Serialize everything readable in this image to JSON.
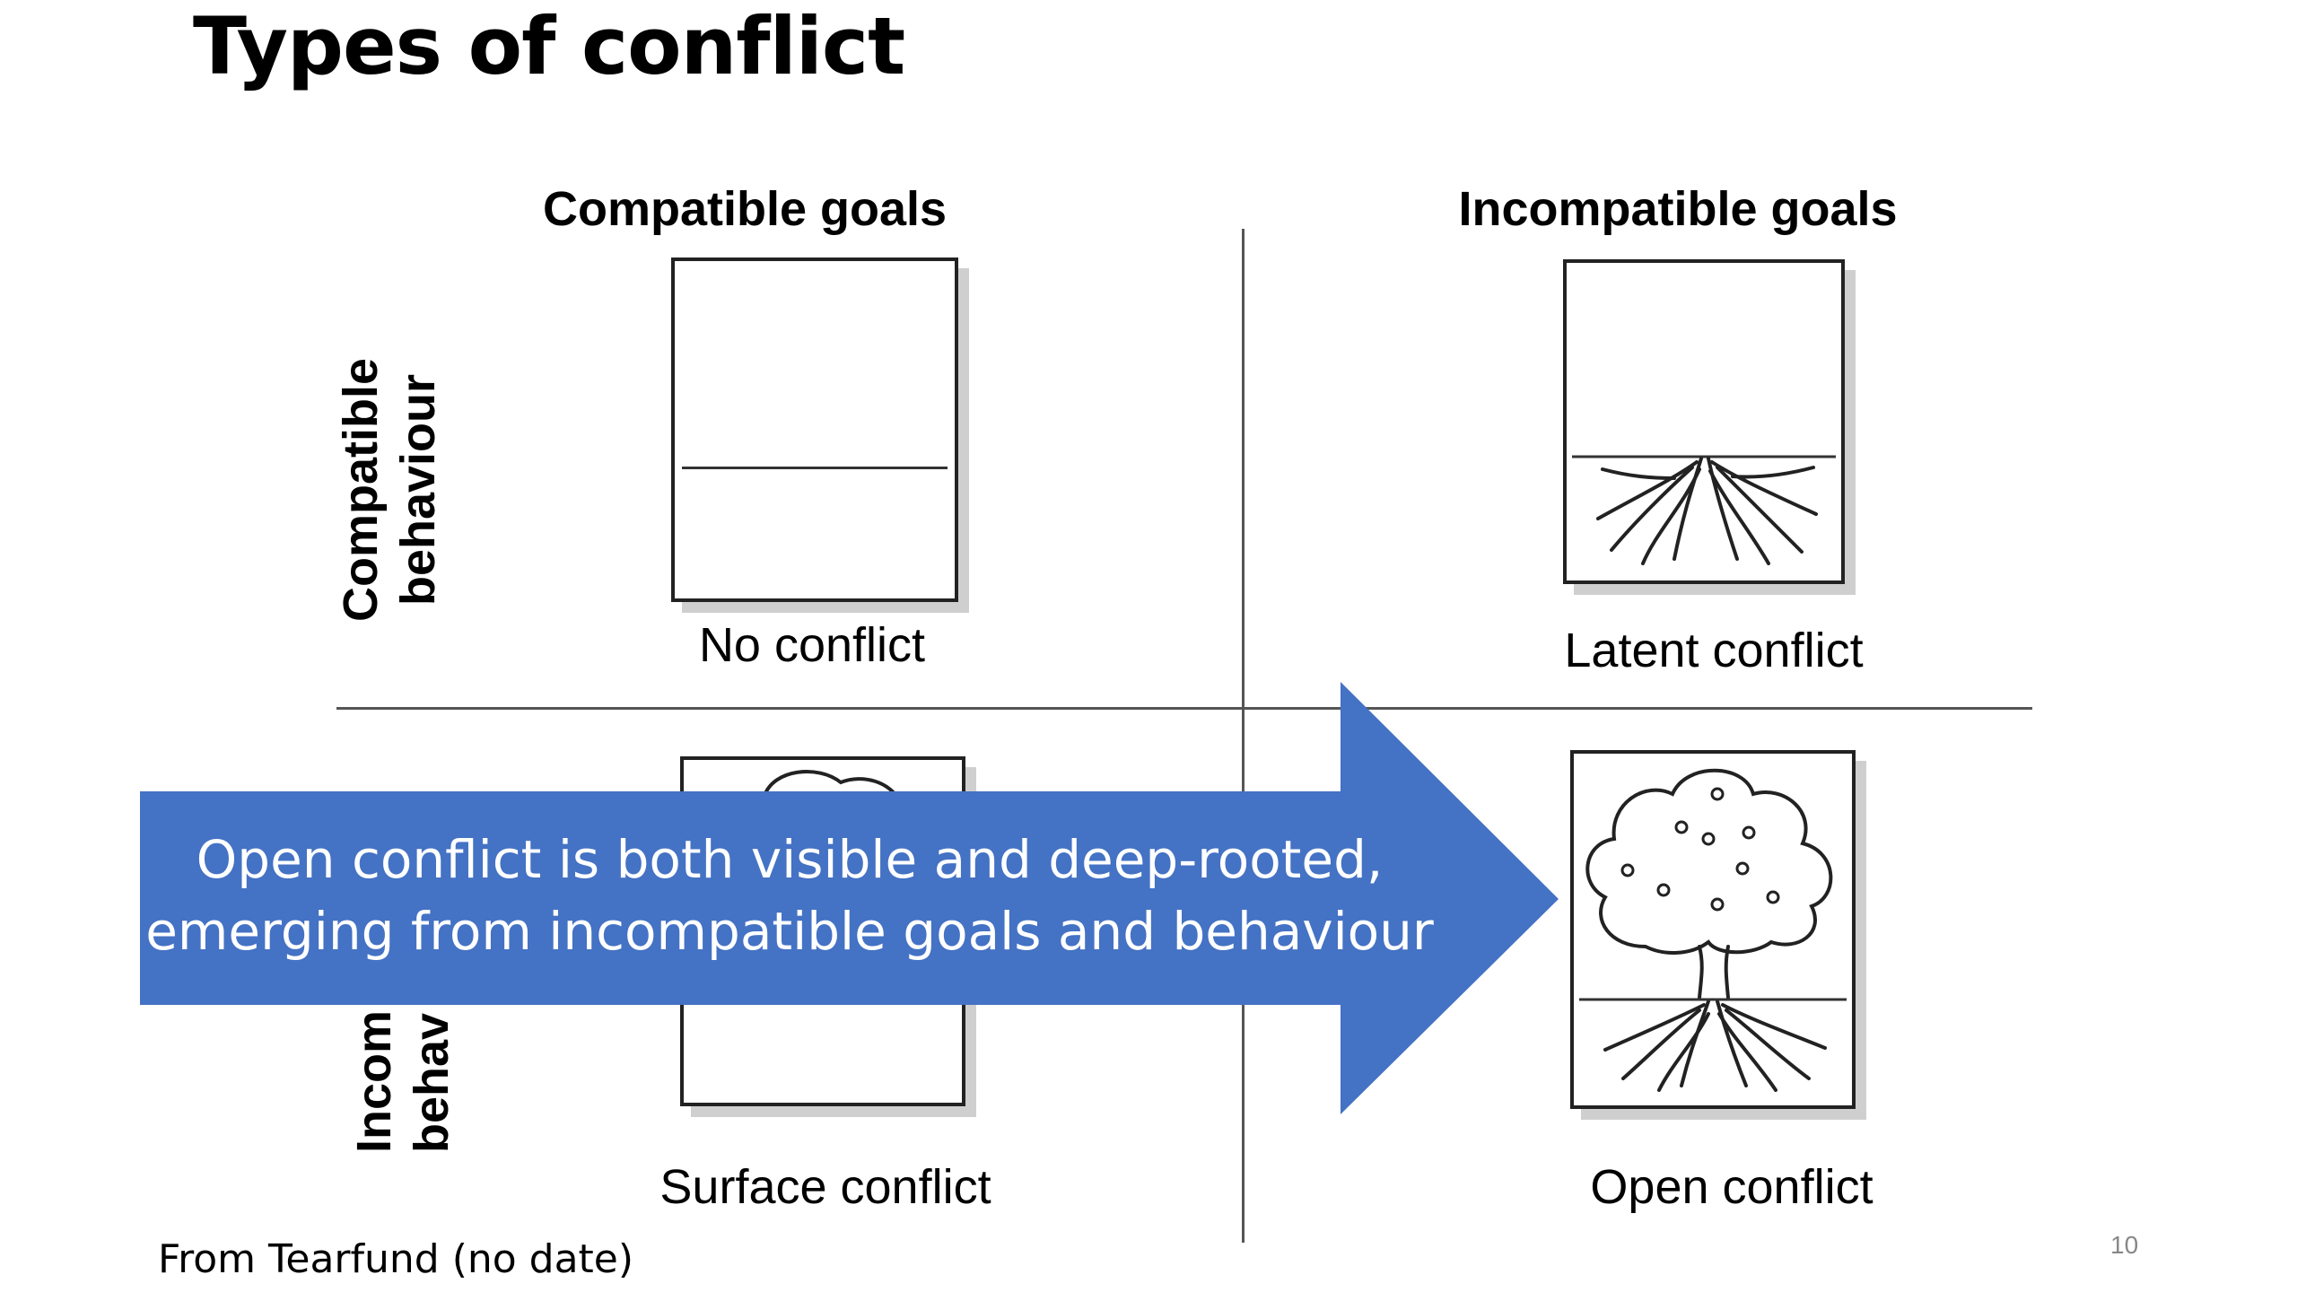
{
  "title": "Types of conflict",
  "columns": {
    "left": "Compatible goals",
    "right": "Incompatible goals"
  },
  "rows": {
    "top": [
      "Compatible",
      "behaviour"
    ],
    "bottom": [
      "Incom",
      "behav"
    ]
  },
  "quadrants": {
    "top_left": "No conflict",
    "top_right": "Latent conflict",
    "bottom_left": "Surface conflict",
    "bottom_right": "Open conflict"
  },
  "callout": {
    "line1": "Open conflict is both visible and deep-rooted,",
    "line2": "emerging from incompatible goals and behaviour",
    "color": "#4472C4"
  },
  "source": "From Tearfund (no date)",
  "page_number": "10"
}
